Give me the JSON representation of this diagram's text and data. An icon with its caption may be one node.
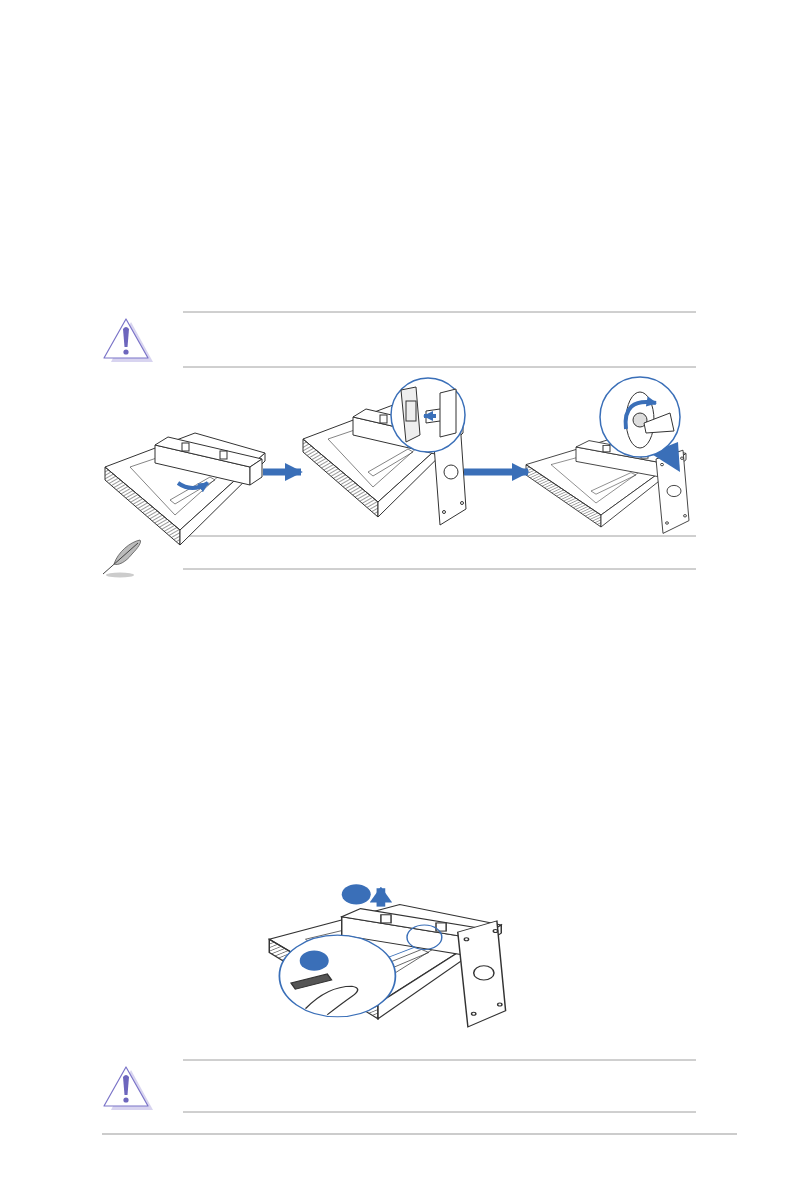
{
  "diagram": {
    "nodes": [
      {
        "text": [],
        "shape": "picture"
      },
      {
        "text": [],
        "shape": "picture"
      },
      {
        "text": [],
        "shape": "picture"
      }
    ],
    "edges": [
      {
        "from": 0,
        "to": 1,
        "arrow": "to"
      },
      {
        "from": 1,
        "to": 2,
        "arrow": "to"
      }
    ]
  }
}
